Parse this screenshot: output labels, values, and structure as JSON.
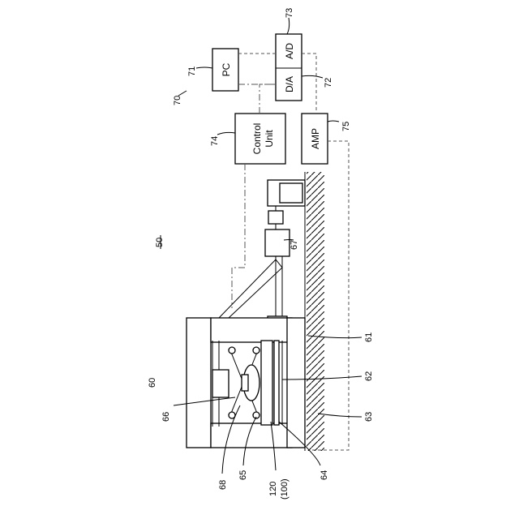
{
  "blocks": {
    "pc": "PC",
    "ad": "A/D",
    "da": "D/A",
    "control_line1": "Control",
    "control_line2": "Unit",
    "amp": "AMP"
  },
  "refs": {
    "r50": "50",
    "r60": "60",
    "r61": "61",
    "r62": "62",
    "r63": "63",
    "r64": "64",
    "r65": "65",
    "r66": "66",
    "r67": "67",
    "r68": "68",
    "r70": "70",
    "r71": "71",
    "r72": "72",
    "r73": "73",
    "r74": "74",
    "r75": "75",
    "r120": "120",
    "r100": "(100)"
  }
}
